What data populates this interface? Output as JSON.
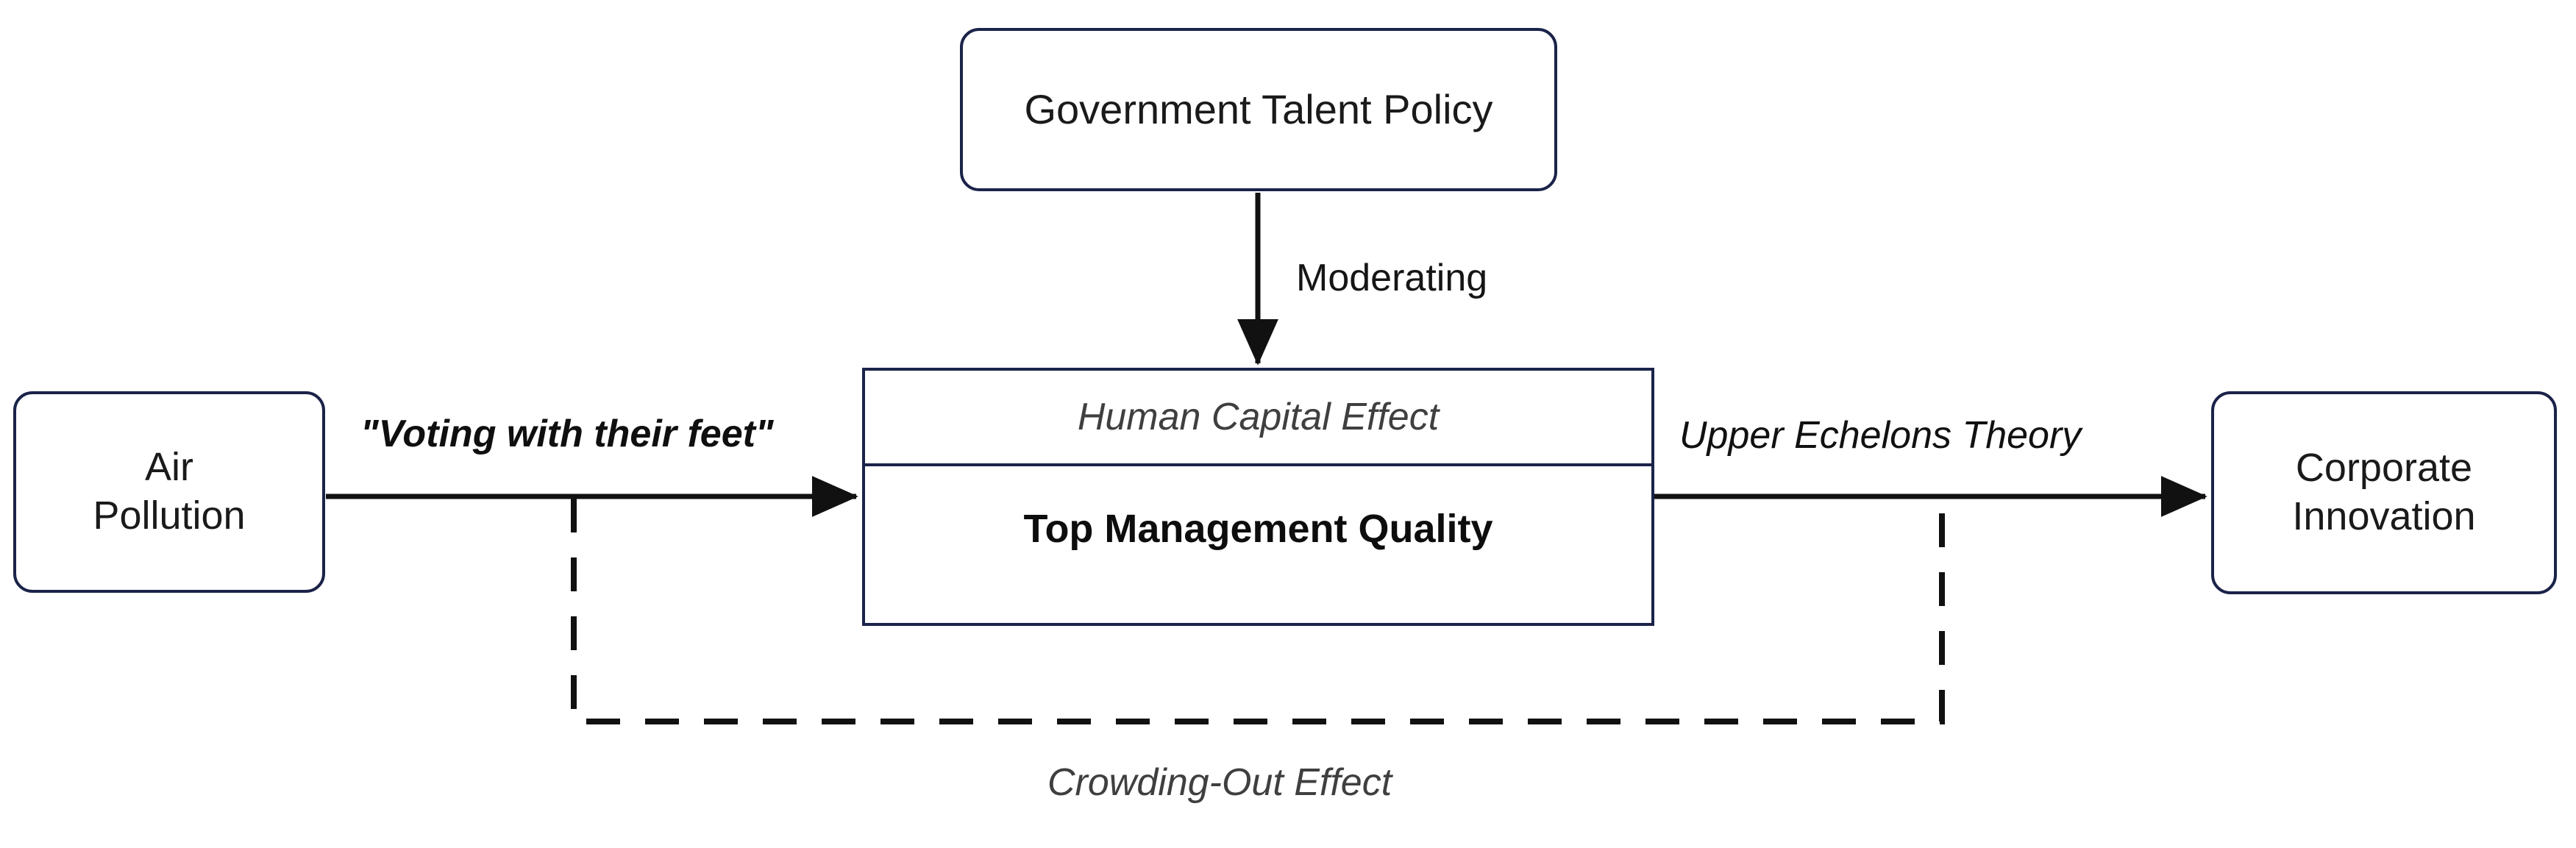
{
  "diagram": {
    "title": "Air Pollution - Top Management Quality - Corporate Innovation research framework",
    "colors": {
      "box_border": "#1b2349",
      "connector": "#111111",
      "text_primary": "#1a1a1a",
      "text_muted": "#3f3f3f",
      "background": "#ffffff"
    },
    "nodes": {
      "air_pollution": {
        "label": "Air\nPollution"
      },
      "government_talent_policy": {
        "label": "Government Talent Policy"
      },
      "mediator": {
        "upper_label": "Human Capital Effect",
        "lower_label": "Top Management Quality"
      },
      "corporate_innovation": {
        "label": "Corporate\nInnovation"
      }
    },
    "edges": {
      "air_to_mediator": {
        "label": "\"Voting with their feet\"",
        "style": "solid-arrow"
      },
      "mediator_to_innovation": {
        "label": "Upper Echelons Theory",
        "style": "solid-arrow"
      },
      "policy_to_mediator": {
        "label": "Moderating",
        "style": "solid-arrow"
      },
      "air_to_innovation_dashed": {
        "label": "Crowding-Out Effect",
        "style": "dashed"
      }
    }
  }
}
